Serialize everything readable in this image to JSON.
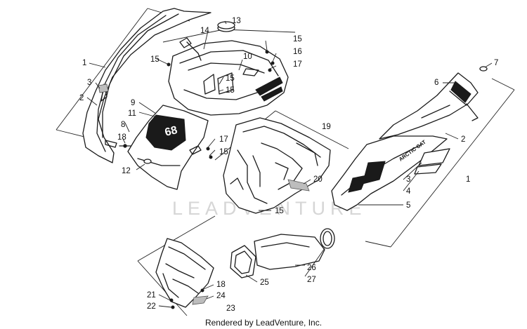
{
  "footer": {
    "credit": "Rendered by LeadVenture, Inc."
  },
  "watermark": {
    "text": "LEADVENTURE"
  },
  "decal_text": {
    "number": "68",
    "brand": "ARCTIC CAT"
  },
  "callouts": {
    "c1a": "1",
    "c2a": "2",
    "c3a": "3",
    "c8": "8",
    "c18a": "18",
    "c14": "14",
    "c13": "13",
    "c15a": "15",
    "c16": "16",
    "c17a": "17",
    "c10": "10",
    "c15b": "15",
    "c15c": "15",
    "c9": "9",
    "c11": "11",
    "c12": "12",
    "c17b": "17",
    "c15d": "15",
    "c19": "19",
    "c20": "20",
    "c15e": "15",
    "c7": "7",
    "c6": "6",
    "c2b": "2",
    "c3b": "3",
    "c4": "4",
    "c1b": "1",
    "c5": "5",
    "c25": "25",
    "c26": "26",
    "c27": "27",
    "c18b": "18",
    "c24": "24",
    "c21": "21",
    "c22": "22",
    "c23": "23"
  }
}
